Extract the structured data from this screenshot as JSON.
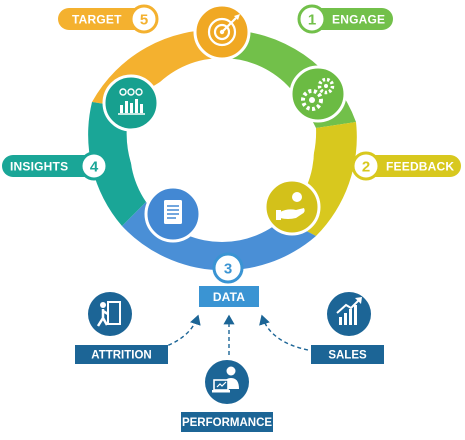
{
  "colors": {
    "yellow": "#f4b12f",
    "green": "#72c04a",
    "olive": "#d8c81e",
    "blue": "#4a8fd6",
    "teal": "#1aa697",
    "darkblue": "#1c6596",
    "datablue": "#3a94d3"
  },
  "steps": [
    {
      "key": "engage",
      "number": "1",
      "label": "ENGAGE",
      "icon": "gears-icon"
    },
    {
      "key": "feedback",
      "number": "2",
      "label": "FEEDBACK",
      "icon": "feedback-hand-icon"
    },
    {
      "key": "data",
      "number": "3",
      "label": "DATA",
      "icon": "document-icon"
    },
    {
      "key": "insights",
      "number": "4",
      "label": "INSIGHTS",
      "icon": "analytics-dashboard-icon"
    },
    {
      "key": "target",
      "number": "5",
      "label": "TARGET",
      "icon": "target-icon"
    }
  ],
  "sources": [
    {
      "key": "attrition",
      "label": "ATTRITION",
      "icon": "exit-door-icon"
    },
    {
      "key": "performance",
      "label": "PERFORMANCE",
      "icon": "computer-user-icon"
    },
    {
      "key": "sales",
      "label": "SALES",
      "icon": "growth-chart-icon"
    }
  ]
}
